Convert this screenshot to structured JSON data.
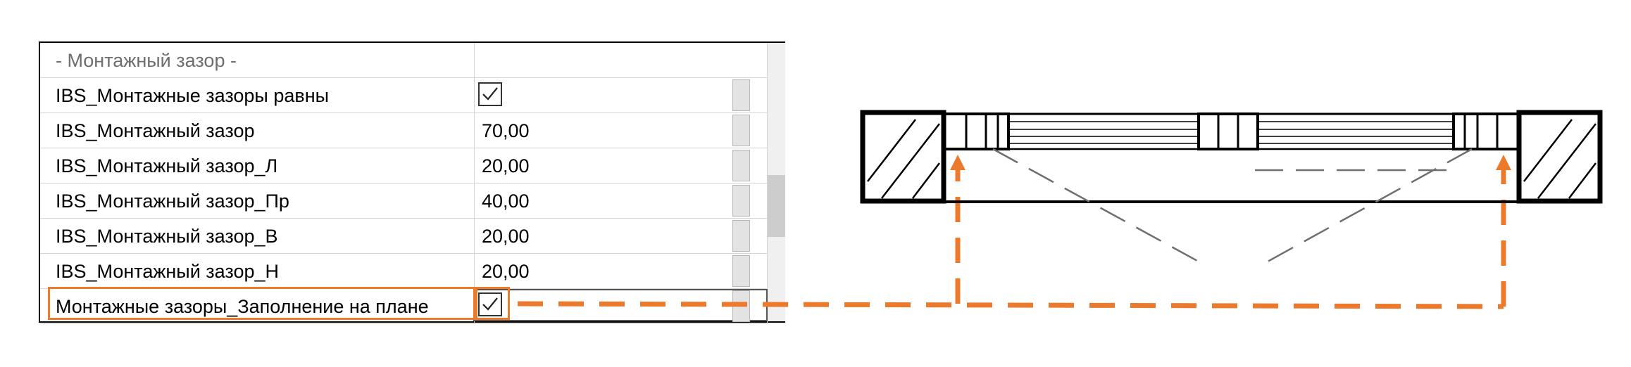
{
  "properties": {
    "group_header": "- Монтажный зазор -",
    "rows": [
      {
        "name": "IBS_Монтажные зазоры равны",
        "value": "",
        "checked": true
      },
      {
        "name": "IBS_Монтажный зазор",
        "value": "70,00"
      },
      {
        "name": "IBS_Монтажный зазор_Л",
        "value": "20,00"
      },
      {
        "name": "IBS_Монтажный зазор_Пр",
        "value": "40,00"
      },
      {
        "name": "IBS_Монтажный зазор_В",
        "value": "20,00"
      },
      {
        "name": "IBS_Монтажный зазор_Н",
        "value": "20,00"
      },
      {
        "name": "Монтажные зазоры_Заполнение на плане",
        "value": "",
        "checked": true
      }
    ]
  },
  "colors": {
    "accent": "#ec7a2c",
    "grid_line": "#d4d4d4",
    "group_text": "#6e6e6e",
    "drawing_line": "#000000",
    "dash_line": "#6e6e6e"
  },
  "icons": {
    "checkbox": "checkmark-icon",
    "arrow": "arrow-up-icon"
  }
}
